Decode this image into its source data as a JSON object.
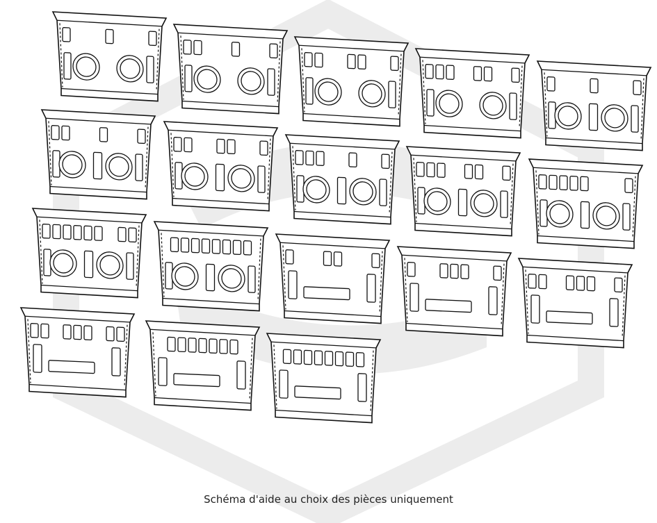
{
  "caption": "Schéma d'aide au choix des pièces uniquement",
  "colors": {
    "line": "#111111",
    "watermark": "#ececec",
    "background": "#ffffff"
  },
  "watermark_icon": "hexagon-logo-icon",
  "parts": [
    {
      "top_slots": [
        1,
        1,
        1
      ],
      "bottom": "dials-2"
    },
    {
      "top_slots": [
        2,
        1,
        1
      ],
      "bottom": "dials-2"
    },
    {
      "top_slots": [
        2,
        2,
        1
      ],
      "bottom": "dials-2"
    },
    {
      "top_slots": [
        3,
        2,
        1
      ],
      "bottom": "dials-2"
    },
    {
      "top_slots": [
        1,
        1,
        1
      ],
      "bottom": "dials-2-center"
    },
    {
      "top_slots": [
        2,
        1,
        1
      ],
      "bottom": "dials-2-center"
    },
    {
      "top_slots": [
        2,
        2,
        1
      ],
      "bottom": "dials-2-center"
    },
    {
      "top_slots": [
        3,
        1,
        1
      ],
      "bottom": "dials-2-center"
    },
    {
      "top_slots": [
        3,
        2,
        1
      ],
      "bottom": "dials-2-center"
    },
    {
      "top_slots": [
        5,
        1
      ],
      "bottom": "dials-2-center"
    },
    {
      "top_slots": [
        6,
        2
      ],
      "bottom": "dials-2-center"
    },
    {
      "top_slots": [
        8
      ],
      "bottom": "dials-2-center"
    },
    {
      "top_slots": [
        1,
        2,
        1
      ],
      "bottom": "display"
    },
    {
      "top_slots": [
        1,
        3,
        1
      ],
      "bottom": "display"
    },
    {
      "top_slots": [
        2,
        3,
        1
      ],
      "bottom": "display"
    },
    {
      "top_slots": [
        2,
        3,
        2
      ],
      "bottom": "display"
    },
    {
      "top_slots": [
        7
      ],
      "bottom": "display"
    },
    {
      "top_slots": [
        8
      ],
      "bottom": "display"
    }
  ]
}
